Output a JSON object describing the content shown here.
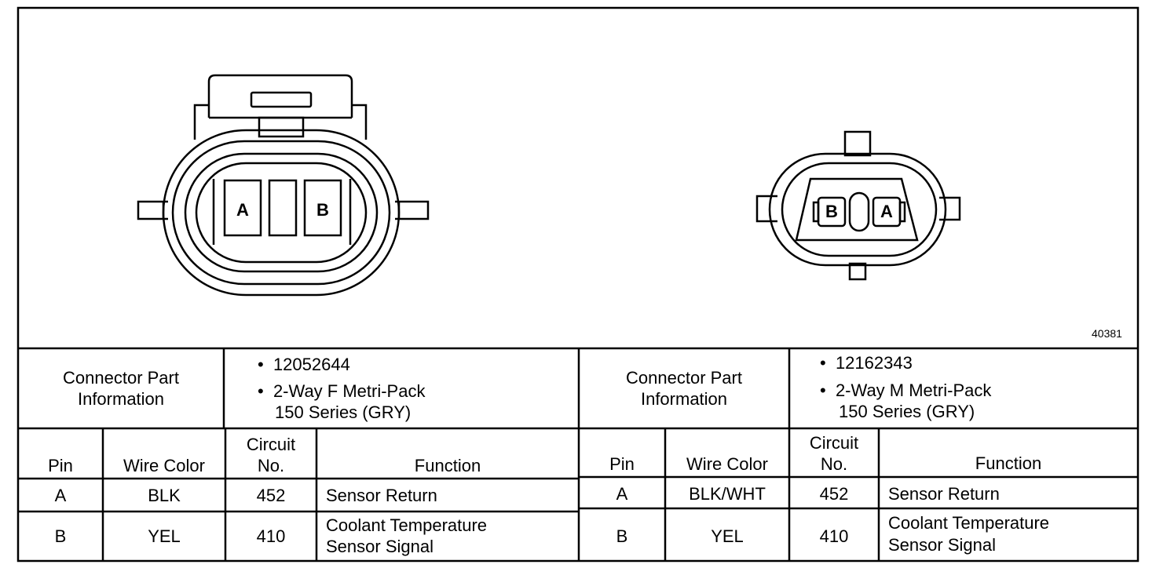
{
  "figure_id": "40381",
  "left_connector": {
    "pins": [
      "A",
      "B"
    ],
    "part_info_label_line1": "Connector Part",
    "part_info_label_line2": "Information",
    "part_number": "12052644",
    "description_line1": "2-Way F Metri-Pack",
    "description_line2": "150 Series (GRY)",
    "table": {
      "headers": {
        "pin": "Pin",
        "wire_color": "Wire Color",
        "circuit_line1": "Circuit",
        "circuit_line2": "No.",
        "function": "Function"
      },
      "rows": [
        {
          "pin": "A",
          "wire_color": "BLK",
          "circuit": "452",
          "function_line1": "Sensor Return",
          "function_line2": ""
        },
        {
          "pin": "B",
          "wire_color": "YEL",
          "circuit": "410",
          "function_line1": "Coolant Temperature",
          "function_line2": "Sensor Signal"
        }
      ]
    }
  },
  "right_connector": {
    "pins": [
      "B",
      "A"
    ],
    "part_info_label_line1": "Connector Part",
    "part_info_label_line2": "Information",
    "part_number": "12162343",
    "description_line1": "2-Way M Metri-Pack",
    "description_line2": "150 Series (GRY)",
    "table": {
      "headers": {
        "pin": "Pin",
        "wire_color": "Wire Color",
        "circuit_line1": "Circuit",
        "circuit_line2": "No.",
        "function": "Function"
      },
      "rows": [
        {
          "pin": "A",
          "wire_color": "BLK/WHT",
          "circuit": "452",
          "function_line1": "Sensor Return",
          "function_line2": ""
        },
        {
          "pin": "B",
          "wire_color": "YEL",
          "circuit": "410",
          "function_line1": "Coolant Temperature",
          "function_line2": "Sensor Signal"
        }
      ]
    }
  }
}
